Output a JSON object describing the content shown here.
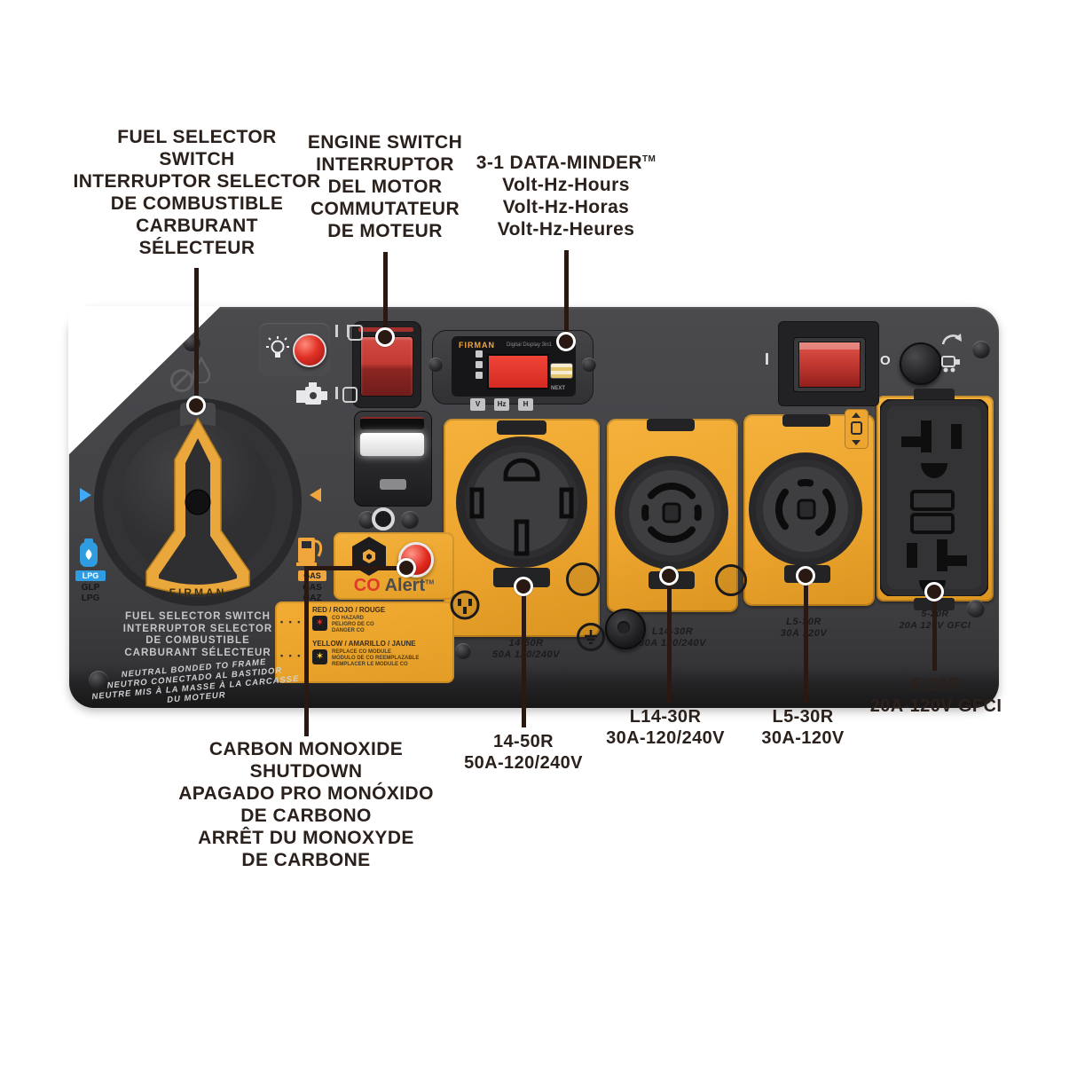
{
  "colors": {
    "panel_gray": "#404043",
    "plate_yellow": "#EDA52F",
    "switch_red": "#C43A32",
    "lpg_blue": "#3FA9F5",
    "callout_text": "#2B211C"
  },
  "callouts": {
    "fuel_selector": {
      "lines": [
        "FUEL SELECTOR",
        "SWITCH",
        "INTERRUPTOR SELECTOR",
        "DE COMBUSTIBLE",
        "CARBURANT",
        "SÉLECTEUR"
      ]
    },
    "engine_switch": {
      "lines": [
        "ENGINE SWITCH",
        "INTERRUPTOR",
        "DEL MOTOR",
        "COMMUTATEUR",
        "DE MOTEUR"
      ]
    },
    "data_minder": {
      "title": "3-1 DATA-MINDER",
      "tm": "TM",
      "lines": [
        "Volt-Hz-Hours",
        "Volt-Hz-Horas",
        "Volt-Hz-Heures"
      ]
    },
    "co_shutdown": {
      "lines": [
        "CARBON MONOXIDE",
        "SHUTDOWN",
        "APAGADO PRO MONÓXIDO",
        "DE CARBONO",
        "ARRÊT DU MONOXYDE",
        "DE CARBONE"
      ]
    },
    "outlet_14_50r": {
      "lines": [
        "14-50R",
        "50A-120/240V"
      ]
    },
    "outlet_l14_30r": {
      "lines": [
        "L14-30R",
        "30A-120/240V"
      ]
    },
    "outlet_l5_30r": {
      "lines": [
        "L5-30R",
        "30A-120V"
      ]
    },
    "outlet_5_20r": {
      "lines": [
        "5-20R",
        "20A-120V GFCI"
      ]
    }
  },
  "panel": {
    "fuel_selector": {
      "brand": "FIRMAN",
      "lpg_badge": "LPG",
      "lpg_lines": [
        "GLP",
        "LPG"
      ],
      "gas_badge": "GAS",
      "gas_lines": [
        "GAS",
        "GAZ"
      ],
      "label_lines": [
        "FUEL SELECTOR SWITCH",
        "INTERRUPTOR SELECTOR",
        "DE COMBUSTIBLE",
        "CARBURANT SÉLECTEUR"
      ],
      "neutral_lines": [
        "NEUTRAL BONDED TO FRAME",
        "NEUTRO CONECTADO AL BASTIDOR",
        "NEUTRE MIS À LA MASSE À LA CARCASSE DU MOTEUR"
      ]
    },
    "data_minder": {
      "brand": "FIRMAN",
      "subtitle": "Digital Display 3in1",
      "next_button": "NEXT",
      "indicators": [
        "V",
        "Hz",
        "H"
      ]
    },
    "breaker": {
      "on_marker": "I",
      "off_marker": "O"
    },
    "co_alert": {
      "title_co": "CO",
      "title_alert": "Alert",
      "tm": "TM",
      "rows": [
        {
          "title": "RED / ROJO / ROUGE",
          "dots": "• • • • •",
          "desc": [
            "CO HAZARD",
            "PELIGRO DE CO",
            "DANGER CO"
          ]
        },
        {
          "title": "YELLOW / AMARILLO / JAUNE",
          "dots": "• •  •",
          "desc": [
            "REPLACE CO MODULE",
            "MÓDULO DE CO REEMPLAZABLE",
            "REMPLACER LE MODULE CO"
          ]
        }
      ]
    },
    "outlet_labels": {
      "o1": [
        "14-50R",
        "50A 120/240V"
      ],
      "o2": [
        "L14-30R",
        "30A 120/240V"
      ],
      "o3": [
        "L5-30R",
        "30A 120V"
      ],
      "o4": [
        "5-20R",
        "20A 120V GFCI"
      ]
    }
  }
}
